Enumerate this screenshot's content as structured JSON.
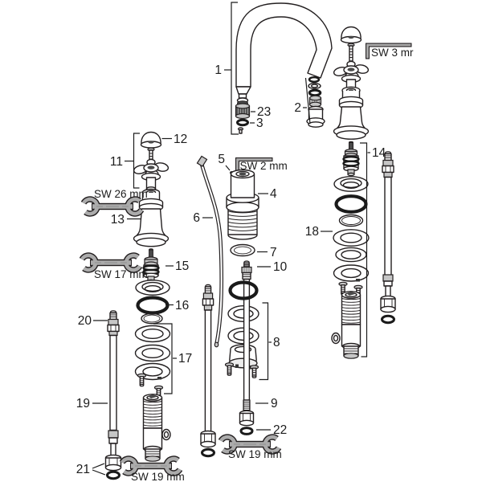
{
  "diagram": {
    "background": "#ffffff",
    "line_color": "#231f20",
    "tool_color": "#ababab",
    "labels": {
      "p1": "1",
      "p2": "2",
      "p3": "3",
      "p4": "4",
      "p5": "5",
      "p6": "6",
      "p7": "7",
      "p8": "8",
      "p9": "9",
      "p10": "10",
      "p11": "11",
      "p12": "12",
      "p13": "13",
      "p14": "14",
      "p15": "15",
      "p16": "16",
      "p17": "17",
      "p18": "18",
      "p19": "19",
      "p20": "20",
      "p21": "21",
      "p22": "22",
      "p23": "23"
    },
    "tools": {
      "sw26": "SW 26 mm",
      "sw17": "SW 17 mm",
      "sw19_left": "SW 19 mm",
      "sw19_center": "SW 19 mm",
      "sw2": "SW 2 mm",
      "sw3": "SW 3 mr"
    }
  }
}
